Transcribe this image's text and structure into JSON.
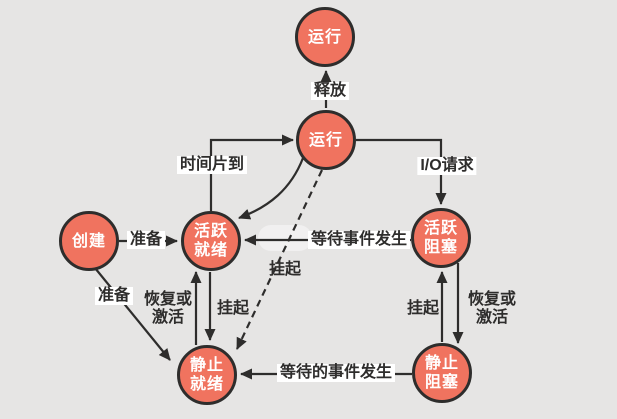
{
  "diagram_type": "state-transition-diagram",
  "colors": {
    "background": "#e6e5e4",
    "node_fill": "#f0735f",
    "node_border": "#2e2d2c",
    "node_text": "#ffffff",
    "edge_line": "#2e2d2c",
    "label_text": "#2e2d2c",
    "label_background": "#ffffff"
  },
  "nodes": {
    "running_top": {
      "label": "运行"
    },
    "running": {
      "label": "运行"
    },
    "create": {
      "label": "创建"
    },
    "active_ready": {
      "line1": "活跃",
      "line2": "就绪"
    },
    "active_blocked": {
      "line1": "活跃",
      "line2": "阻塞"
    },
    "static_ready": {
      "line1": "静止",
      "line2": "就绪"
    },
    "static_blocked": {
      "line1": "静止",
      "line2": "阻塞"
    }
  },
  "edge_labels": {
    "release": "释放",
    "time_slice": "时间片到",
    "io_request": "I/O请求",
    "prepare_to_active_ready": "准备",
    "prepare_to_static_ready": "准备",
    "wait_event": "等待事件发生",
    "waited_event": "等待的事件发生",
    "suspend_from_running": "挂起",
    "suspend_ready": "挂起",
    "suspend_blocked": "挂起",
    "resume_ready": {
      "line1": "恢复或",
      "line2": "激活"
    },
    "resume_blocked": {
      "line1": "恢复或",
      "line2": "激活"
    }
  }
}
